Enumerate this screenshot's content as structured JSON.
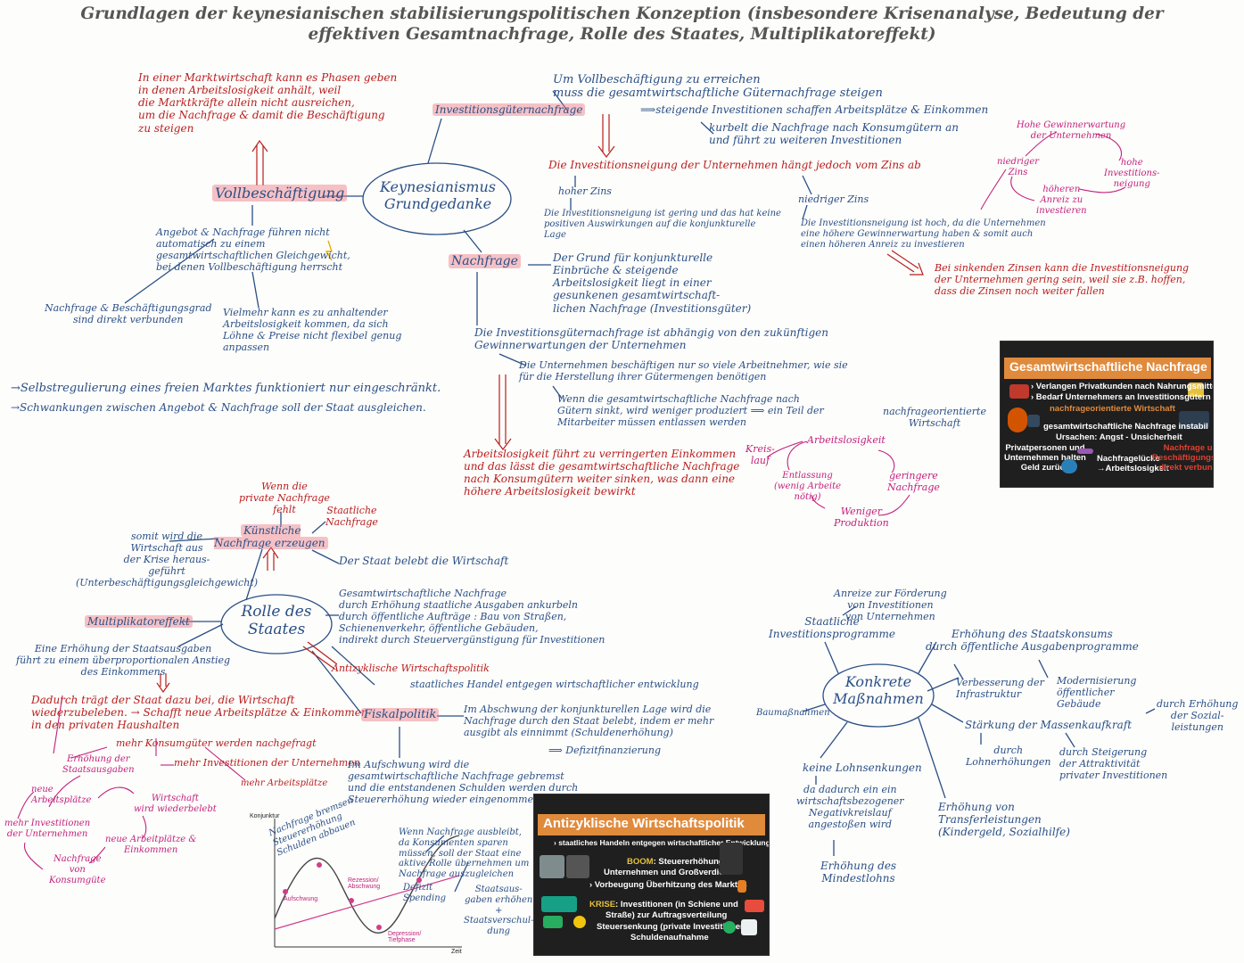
{
  "title": "Grundlagen der keynesianischen stabilisierungspolitischen Konzeption (insbesondere Krisenanalyse, Bedeutung der\neffektiven Gesamtnachfrage, Rolle des Staates, Multiplikatoreffekt)",
  "center1": "Keynesianismus\nGrundgedanke",
  "center2": "Rolle des\nStaates",
  "center3": "Konkrete\nMaßnahmen",
  "top": {
    "red_intro": "In einer Marktwirtschaft kann es Phasen geben\nin denen Arbeitslosigkeit anhält, weil\ndie Marktkräfte allein nicht ausreichen,\num die Nachfrage & damit die Beschäftigung\nzu steigen",
    "vollbeschaeftigung": "Vollbeschäftigung",
    "angebot": "Angebot & Nachfrage führen nicht\nautomatisch zu einem\ngesamtwirtschaftlichen Gleichgewicht,\nbei denen Vollbeschäftigung herrscht",
    "beschaeftigung": "Nachfrage & Beschäftigungsgrad\nsind direkt verbunden",
    "vielmehr": "Vielmehr kann es zu anhaltender\nArbeitslosigkeit kommen, da sich\nLöhne & Preise nicht flexibel genug\nanpassen",
    "selbst1": "→Selbstregulierung eines freien Marktes funktioniert nur eingeschränkt.",
    "selbst2": "→Schwankungen zwischen Angebot & Nachfrage soll der Staat ausgleichen.",
    "invest_label": "Investitionsgüternachfrage",
    "invest_text": "Um Vollbeschäftigung zu erreichen\nmuss die gesamtwirtschaftliche Güternachfrage steigen",
    "steigende": "⟹steigende Investitionen schaffen Arbeitsplätze & Einkommen",
    "kurbelt": "kurbelt die Nachfrage nach Konsumgütern an\nund führt zu weiteren Investitionen",
    "zins_red": "Die Investitionsneigung der Unternehmen hängt jedoch vom Zins ab",
    "hoher_zins": "hoher Zins",
    "gering": "Die Investitionsneigung ist gering und das hat keine\npositiven Auswirkungen auf die konjunkturelle\nLage",
    "niedriger_zins": "niedriger Zins",
    "hoch": "Die Investitionsneigung ist hoch, da die Unternehmen\neine höhere Gewinnerwartung haben & somit auch\neinen höheren Anreiz zu investieren",
    "sinkend": "Bei sinkenden Zinsen kann die Investitionsneigung\nder Unternehmen gering sein, weil sie z.B. hoffen,\ndass die Zinsen noch weiter fallen",
    "cycle1": [
      "Hohe Gewinnerwartung\nder Unternehmen",
      "hohe\nInvestitions-\nneigung",
      "höheren\nAnreiz zu\ninvestieren",
      "niedriger\nZins"
    ],
    "nachfrage_label": "Nachfrage",
    "grund": "Der Grund für konjunkturelle\nEinbrüche & steigende\nArbeitslosigkeit liegt in einer\ngesunkenen gesamtwirtschaft-\nlichen Nachfrage (Investitionsgüter)",
    "abhaengig": "Die Investitionsgüternachfrage ist abhängig von den zukünftigen\nGewinnerwartungen der Unternehmen",
    "beschaeftigen": "Die Unternehmen beschäftigen nur so viele Arbeitnehmer, wie sie\nfür die Herstellung ihrer Gütermengen benötigen",
    "wenn_sinkt": "Wenn die gesamtwirtschaftliche Nachfrage nach\nGütern sinkt, wird weniger produziert ⟹ ein Teil der\nMitarbeiter müssen entlassen werden",
    "arbeitslos_red": "Arbeitslosigkeit führt zu verringerten Einkommen\nund das lässt die gesamtwirtschaftliche Nachfrage\nnach Konsumgütern weiter sinken, was dann eine\nhöhere Arbeitslosigkeit bewirkt",
    "kreislauf": "Kreis-\nlauf",
    "nachfrageorientiert": "nachfrageorientierte\nWirtschaft",
    "cycle2": [
      "Arbeitslosigkeit",
      "geringere\nNachfrage",
      "Weniger\nProduktion",
      "Entlassung\n(wenig Arbeite\nnötig)"
    ]
  },
  "bottom": {
    "wenn_private": "Wenn die\nprivate Nachfrage\nfehlt",
    "kuenstliche": "Künstliche\nNachfrage erzeugen",
    "staatliche_nf": "Staatliche\nNachfrage",
    "somit": "somit wird die\nWirtschaft aus\nder Krise heraus-\ngeführt\n(Unterbeschäftigungsgleichgewicht)",
    "belebt": "Der Staat belebt die Wirtschaft",
    "gesamt": "Gesamtwirtschaftliche Nachfrage\ndurch Erhöhung staatliche Ausgaben ankurbeln\ndurch öffentliche Aufträge : Bau von Straßen,\nSchienenverkehr, öffentliche Gebäuden,\nindirekt durch Steuervergünstigung für Investitionen",
    "multi_label": "Multiplikatoreffekt",
    "erhoehung": "Eine Erhöhung der Staatsausgaben\nführt zu einem überproportionalen Anstieg\ndes Einkommens",
    "dadurch": "Dadurch trägt der Staat dazu bei, die Wirtschaft\nwiederzubeleben. → Schafft neue Arbeitsplätze & Einkommen\nin den privaten Haushalten",
    "mehr_konsum": "mehr Konsumgüter werden nachgefragt",
    "mehr_invest": "mehr Investitionen der Unternehmen",
    "mehr_arbeit": "mehr Arbeitsplätze",
    "antizyklisch_red": "Antizyklische Wirtschaftspolitik",
    "staatliches": "staatliches Handel entgegen wirtschaftlicher entwicklung",
    "fiskal": "Fiskalpolitik",
    "abschwung": "Im Abschwung der konjunkturellen Lage wird die\nNachfrage durch den Staat belebt, indem er mehr\nausgibt als einnimmt (Schuldenerhöhung)",
    "defizit": "⟹ Defizitfinanzierung",
    "aufschwung_txt": "Im Aufschwung wird die\ngesamtwirtschaftliche Nachfrage gebremst\nund die entstandenen Schulden werden durch\nSteuererhöhung wieder eingenommen",
    "cycle3": [
      "Erhöhung der\nStaatsausgaben",
      "neue\nArbeitsplätze",
      "mehr Investitionen\nder Unternehmen",
      "Wirtschaft\nwird wiederbelebt",
      "neue Arbeitplätze &\nEinkommen",
      "Nachfrage\nvon\nKonsumgüte"
    ],
    "wenn_nachfrage": "Wenn Nachfrage ausbleibt,\nda Konsumenten sparen\nmüssen, soll der Staat eine\naktive Rolle übernehmen um\nNachfrage auszugleichen",
    "staatsausgaben": "Staatsaus-\ngaben erhöhen\n+\nStaatsverschul-\ndung",
    "chart_labels": {
      "ylabel": "Konjunktur",
      "xlabel": "Zeit",
      "aufschwung": "Aufschwung",
      "rezession": "Rezession/\nAbschwung",
      "depression": "Depression/\nTiefphase",
      "hand1": "Nachfrage bremsen\nSteuererhöhung\nSchulden abbauen",
      "hand2": "Defizit\nSpending"
    }
  },
  "right": {
    "anreize": "Anreize zur Förderung\nvon Investitionen\nvon Unternehmen",
    "staatliche_ip": "Staatliche\nInvestitionsprogramme",
    "erh_konsum": "Erhöhung des Staatskonsums\ndurch öffentliche Ausgabenprogramme",
    "verbesserung": "Verbesserung der\nInfrastruktur",
    "modernisierung": "Modernisierung\nöffentlicher\nGebäude",
    "baumassnahmen": "Baumaßnahmen",
    "staerkung": "Stärkung der Massenkaufkraft",
    "sozial": "durch Erhöhung\nder Sozial-\nleistungen",
    "lohn": "durch\nLohnerhöhungen",
    "steigerung": "durch Steigerung\nder Attraktivität\nprivater Investitionen",
    "keine": "keine Lohnsenkungen",
    "da_dadurch": "da dadurch ein ein\nwirtschaftsbezogener\nNegativkreislauf\nangestoßen wird",
    "mindest": "Erhöhung des\nMindestlohns",
    "transfer": "Erhöhung von\nTransferleistungen\n(Kindergeld, Sozialhilfe)"
  },
  "slide1": {
    "title": "Gesamtwirtschaftliche Nachfrage",
    "l1": "› Verlangen Privatkunden nach Nahrungsmitteln",
    "l2": "› Bedarf Unternehmers an Investitionsgütern",
    "l3": "nachfrageorientierte Wirtschaft",
    "l4": "gesamtwirtschaftliche Nachfrage instabil",
    "l5": "Ursachen: Angst - Unsicherheit",
    "l6": "Privatpersonen und\nUnternehmen halten\nGeld zurück",
    "l7": "Nachfragelücke\n→Arbeitslosigkeit",
    "l8": "Nachfrage und\nBeschäftigungsgrad\ndirekt verbunden"
  },
  "slide2": {
    "title": "Antizyklische Wirtschaftspolitik",
    "l1": "› staatliches Handeln entgegen wirtschaftlicher Entwicklung",
    "boom": "BOOM",
    "l2": ": Steuererhöhung für",
    "l3": "Unternehmen und Großverdiener",
    "l4": "› Vorbeugung Überhitzung des Marktes",
    "krise": "KRISE",
    "l5": ": Investitionen (in Schiene und",
    "l6": "Straße) zur Auftragsverteilung",
    "l7": "Steuersenkung (private Investitionen)",
    "l8": "Schuldenaufnahme"
  },
  "colors": {
    "blue": "#2a4f86",
    "red": "#b81e1e",
    "magenta": "#c2217c",
    "orange": "#e08a3c"
  }
}
